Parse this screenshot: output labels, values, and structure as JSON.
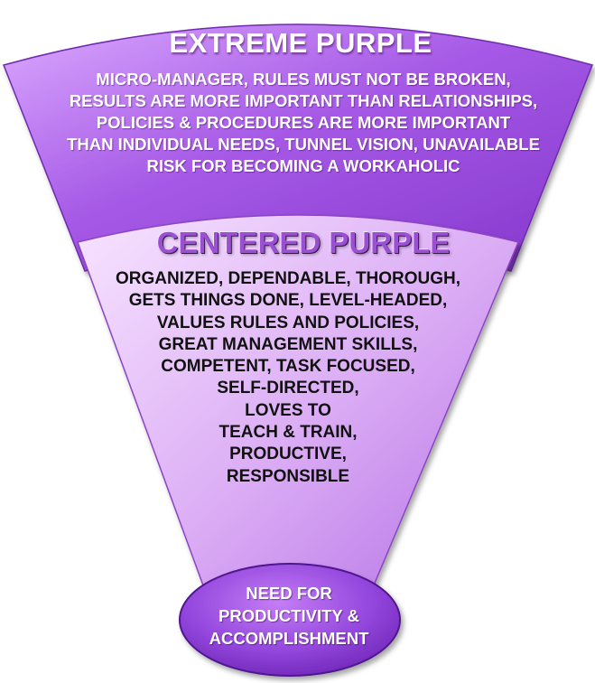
{
  "extreme": {
    "title": "EXTREME PURPLE",
    "lines": [
      "MICRO-MANAGER,  RULES MUST NOT BE BROKEN,",
      "RESULTS ARE MORE IMPORTANT THAN RELATIONSHIPS,",
      "POLICIES &  PROCEDURES ARE MORE IMPORTANT",
      "THAN INDIVIDUAL NEEDS, TUNNEL VISION, UNAVAILABLE",
      "RISK FOR BECOMING A  WORKAHOLIC"
    ]
  },
  "centered": {
    "title": "CENTERED PURPLE",
    "lines": [
      "ORGANIZED, DEPENDABLE, THOROUGH,",
      "GETS THINGS DONE, LEVEL-HEADED,",
      "VALUES RULES AND POLICIES,",
      "GREAT MANAGEMENT SKILLS,",
      "COMPETENT, TASK FOCUSED,",
      "SELF-DIRECTED,",
      "LOVES TO",
      "TEACH & TRAIN,",
      "PRODUCTIVE,",
      "RESPONSIBLE"
    ]
  },
  "need": {
    "lines": [
      "NEED FOR",
      "PRODUCTIVITY &",
      "ACCOMPLISHMENT"
    ]
  },
  "colors": {
    "extreme_light": "#d9a6ff",
    "extreme_dark": "#8a3fd1",
    "centered_light": "#f5ddff",
    "centered_dark": "#b674e8",
    "ellipse_light": "#b86cf2",
    "ellipse_dark": "#7d2fc7",
    "centered_title": "#9b4fd3"
  }
}
